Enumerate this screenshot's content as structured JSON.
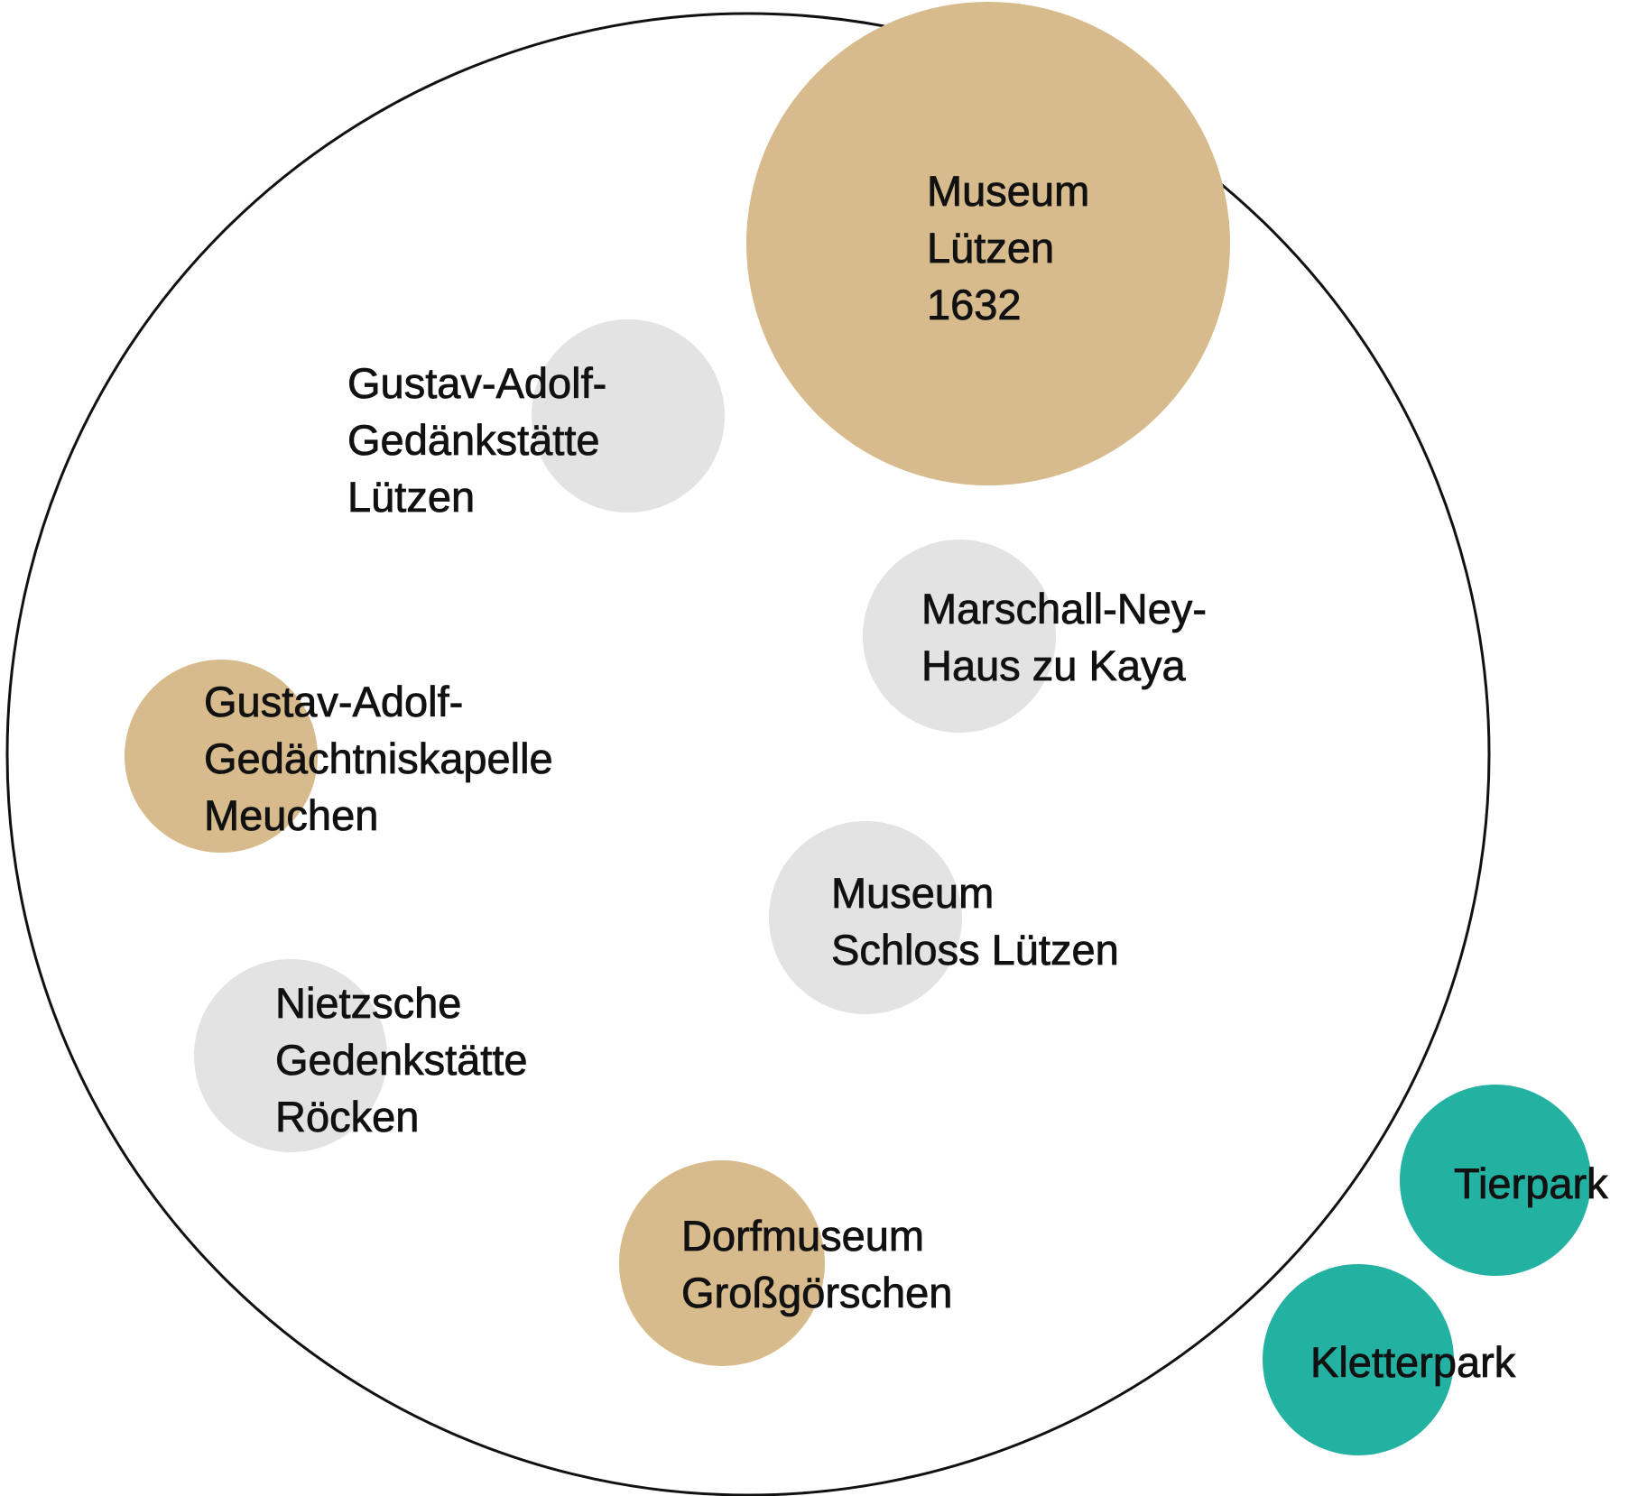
{
  "colors": {
    "museum_highlight": "#d7bb8c",
    "museum_other": "#e3e3e3",
    "leisure": "#23b1a1",
    "outline": "#111111"
  },
  "nodes": [
    {
      "id": "museum-luetzen-1632",
      "lines": [
        "Museum",
        "Lützen",
        "1632"
      ],
      "category": "museum_highlight",
      "size": "large"
    },
    {
      "id": "gustav-adolf-gedaenkstaette",
      "lines": [
        "Gustav-Adolf-",
        "Gedänkstätte",
        "Lützen"
      ],
      "category": "museum_other",
      "size": "small"
    },
    {
      "id": "marschall-ney-haus",
      "lines": [
        "Marschall-Ney-",
        "Haus zu Kaya"
      ],
      "category": "museum_other",
      "size": "small"
    },
    {
      "id": "gustav-adolf-gedaechtniskapelle",
      "lines": [
        "Gustav-Adolf-",
        "Gedächtniskapelle",
        "Meuchen"
      ],
      "category": "museum_highlight",
      "size": "small"
    },
    {
      "id": "museum-schloss-luetzen",
      "lines": [
        "Museum",
        "Schloss Lützen"
      ],
      "category": "museum_other",
      "size": "small"
    },
    {
      "id": "nietzsche-gedenkstaette",
      "lines": [
        "Nietzsche",
        "Gedenkstätte",
        "Röcken"
      ],
      "category": "museum_other",
      "size": "small"
    },
    {
      "id": "dorfmuseum-grossgoerschen",
      "lines": [
        "Dorfmuseum",
        "Großgörschen"
      ],
      "category": "museum_highlight",
      "size": "small"
    },
    {
      "id": "tierpark",
      "lines": [
        "Tierpark"
      ],
      "category": "leisure",
      "size": "small"
    },
    {
      "id": "kletterpark",
      "lines": [
        "Kletterpark"
      ],
      "category": "leisure",
      "size": "small"
    }
  ]
}
